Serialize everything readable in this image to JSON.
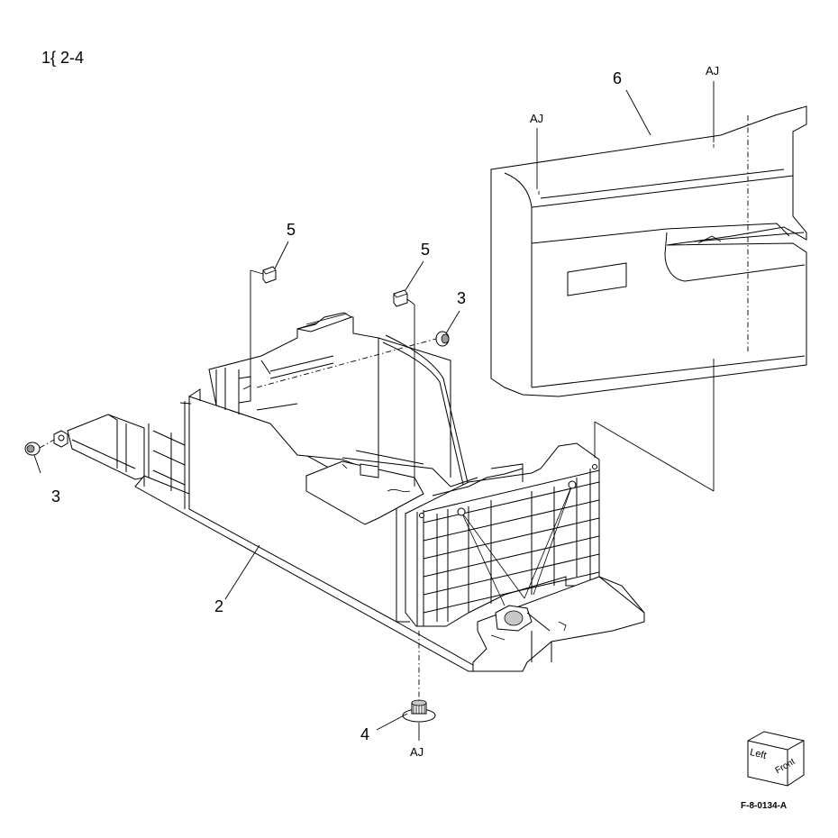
{
  "figure": {
    "header_text": "1{ 2-4",
    "figure_id": "F-8-0134-A"
  },
  "callouts": {
    "part_2": "2",
    "part_3_left": "3",
    "part_3_right": "3",
    "part_4": "4",
    "part_5_left": "5",
    "part_5_right": "5",
    "part_6": "6"
  },
  "reference_marks": {
    "aj_top_left": "AJ",
    "aj_top_right": "AJ",
    "aj_bottom": "AJ"
  },
  "orientation_cube": {
    "left_label": "Left",
    "front_label": "Front"
  }
}
